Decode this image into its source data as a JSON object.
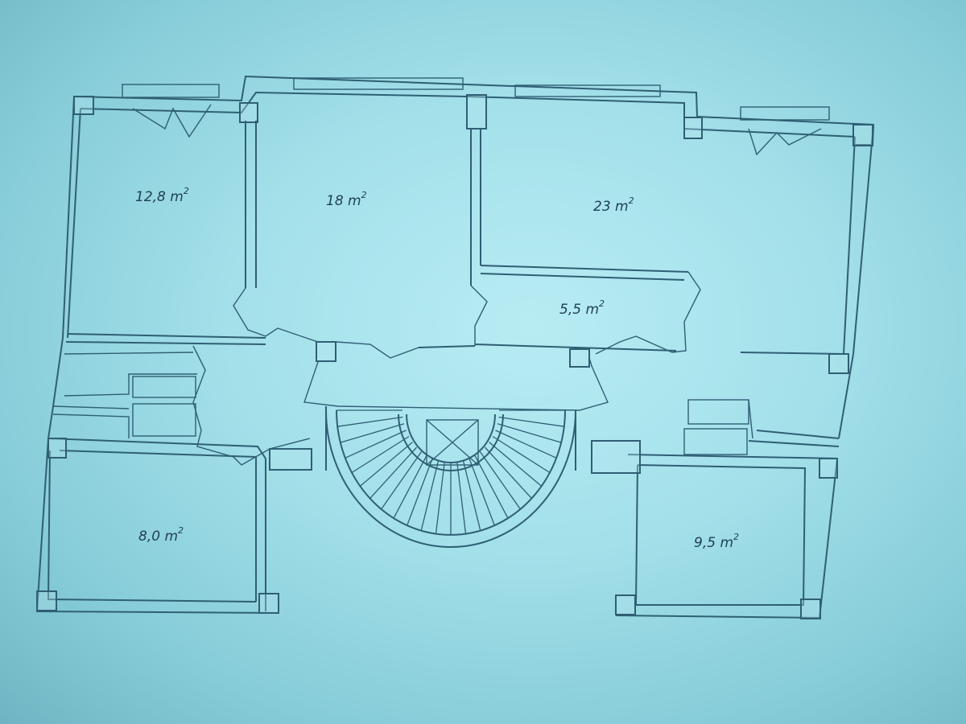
{
  "plan": {
    "rooms": [
      {
        "id": "room-1",
        "label": "12,8 m",
        "unit_sup": "2"
      },
      {
        "id": "room-2",
        "label": "18 m",
        "unit_sup": "2"
      },
      {
        "id": "room-3",
        "label": "23 m",
        "unit_sup": "2"
      },
      {
        "id": "room-4",
        "label": "5,5 m",
        "unit_sup": "2"
      },
      {
        "id": "room-5",
        "label": "8,0 m",
        "unit_sup": "2"
      },
      {
        "id": "room-6",
        "label": "9,5 m",
        "unit_sup": "2"
      }
    ],
    "colors": {
      "line": "#2f5f73",
      "paper": "#a3e0ea"
    }
  }
}
